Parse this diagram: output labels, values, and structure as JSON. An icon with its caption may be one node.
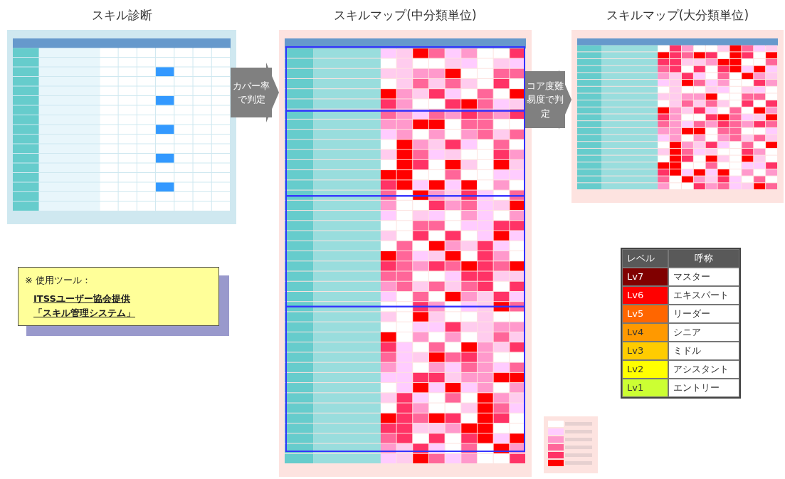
{
  "diagram": {
    "nodes": [
      {
        "text": [
          "スキル診断"
        ]
      },
      {
        "text": [
          "スキルマップ(中分類単位)"
        ]
      },
      {
        "text": [
          "スキルマップ(大分類単位)"
        ]
      },
      {
        "text": [
          "※ 使用ツール：",
          "ITSSユーザー協会提供",
          "「スキル管理システム」"
        ]
      }
    ],
    "edges": [
      {
        "from": 0,
        "to": 1,
        "arrow": "to",
        "label": "カバー率で判定"
      },
      {
        "from": 1,
        "to": 2,
        "arrow": "to",
        "label": "コア度難易度で判定"
      }
    ],
    "labels": [
      "レベル",
      "呼称",
      "マスター",
      "エキスパート",
      "リーダー",
      "シニア",
      "ミドル",
      "アシスタント",
      "エントリー"
    ],
    "legend": [
      {
        "text": "Lv7",
        "color": "#800000"
      },
      {
        "text": "Lv6",
        "color": "#ff0000"
      },
      {
        "text": "Lv5",
        "color": "#ff6600"
      },
      {
        "text": "Lv4",
        "color": "#ff9900"
      },
      {
        "text": "Lv3",
        "color": "#ffcc00"
      },
      {
        "text": "Lv2",
        "color": "#ffff00"
      },
      {
        "text": "Lv1",
        "color": "#ccff33"
      }
    ]
  }
}
